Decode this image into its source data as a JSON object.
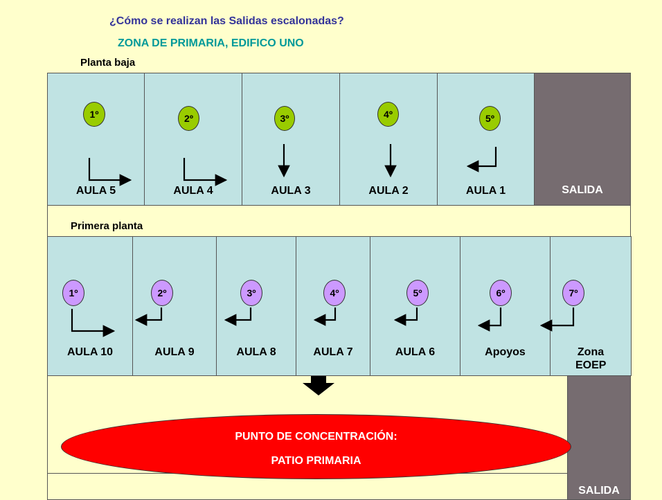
{
  "title": "¿Cómo se realizan las Salidas escalonadas?",
  "subtitle": "ZONA DE PRIMARIA, EDIFICO UNO",
  "ground_floor": {
    "label": "Planta baja",
    "rooms": [
      {
        "order": "1º",
        "name": "AULA 5"
      },
      {
        "order": "2º",
        "name": "AULA 4"
      },
      {
        "order": "3º",
        "name": "AULA 3"
      },
      {
        "order": "4º",
        "name": "AULA 2"
      },
      {
        "order": "5º",
        "name": "AULA 1"
      }
    ],
    "exit": "SALIDA"
  },
  "first_floor": {
    "label": "Primera planta",
    "rooms": [
      {
        "order": "1º",
        "name": "AULA 10"
      },
      {
        "order": "2º",
        "name": "AULA 9"
      },
      {
        "order": "3º",
        "name": "AULA 8"
      },
      {
        "order": "4º",
        "name": "AULA 7"
      },
      {
        "order": "5º",
        "name": "AULA 6"
      },
      {
        "order": "6º",
        "name": "Apoyos"
      },
      {
        "order": "7º",
        "name": "Zona EOEP"
      }
    ]
  },
  "meeting_point": {
    "line1": "PUNTO DE CONCENTRACIÓN:",
    "line2": "PATIO PRIMARIA"
  },
  "main_exit": "SALIDA",
  "colors": {
    "background": "#ffffcc",
    "room": "#c0e3e3",
    "exit": "#766c70",
    "ground_marker": "#99cc00",
    "first_marker": "#cc99ff",
    "meeting_point": "#ff0000",
    "title": "#333399",
    "subtitle": "#009999"
  }
}
